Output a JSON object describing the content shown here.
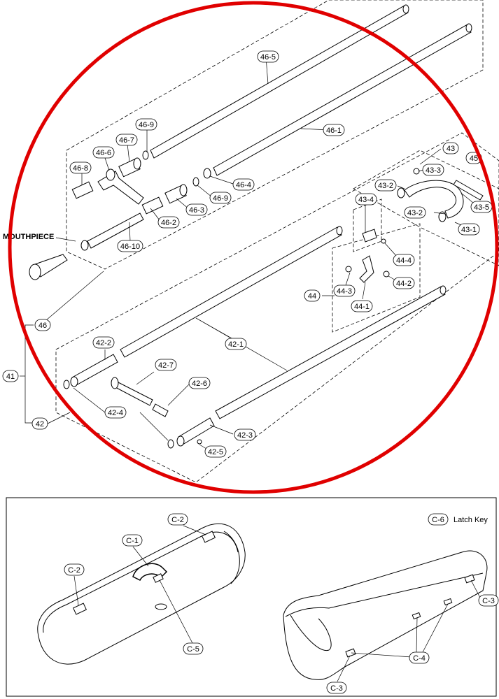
{
  "diagram": {
    "labels": {
      "l46_5": "46-5",
      "l46_1": "46-1",
      "l46_9a": "46-9",
      "l46_7": "46-7",
      "l46_6": "46-6",
      "l46_8": "46-8",
      "l46_4": "46-4",
      "l46_9b": "46-9",
      "l46_3": "46-3",
      "l46_2": "46-2",
      "l46_10": "46-10",
      "l46": "46",
      "l43": "43",
      "l45": "45",
      "l43_3": "43-3",
      "l43_2a": "43-2",
      "l43_4": "43-4",
      "l43_2b": "43-2",
      "l43_5": "43-5",
      "l43_1": "43-1",
      "l44_4": "44-4",
      "l44_2": "44-2",
      "l44": "44",
      "l44_3": "44-3",
      "l44_1": "44-1",
      "l41": "41",
      "l42": "42",
      "l42_1": "42-1",
      "l42_2": "42-2",
      "l42_7": "42-7",
      "l42_6": "42-6",
      "l42_4": "42-4",
      "l42_3": "42-3",
      "l42_5": "42-5",
      "c1": "C-1",
      "c2a": "C-2",
      "c2b": "C-2",
      "c3a": "C-3",
      "c3b": "C-3",
      "c4": "C-4",
      "c5": "C-5",
      "c6": "C-6"
    },
    "mouthpiece_text": "MOUTHPIECE",
    "latch_key_text": "Latch Key",
    "highlight_color": "#e00000"
  }
}
